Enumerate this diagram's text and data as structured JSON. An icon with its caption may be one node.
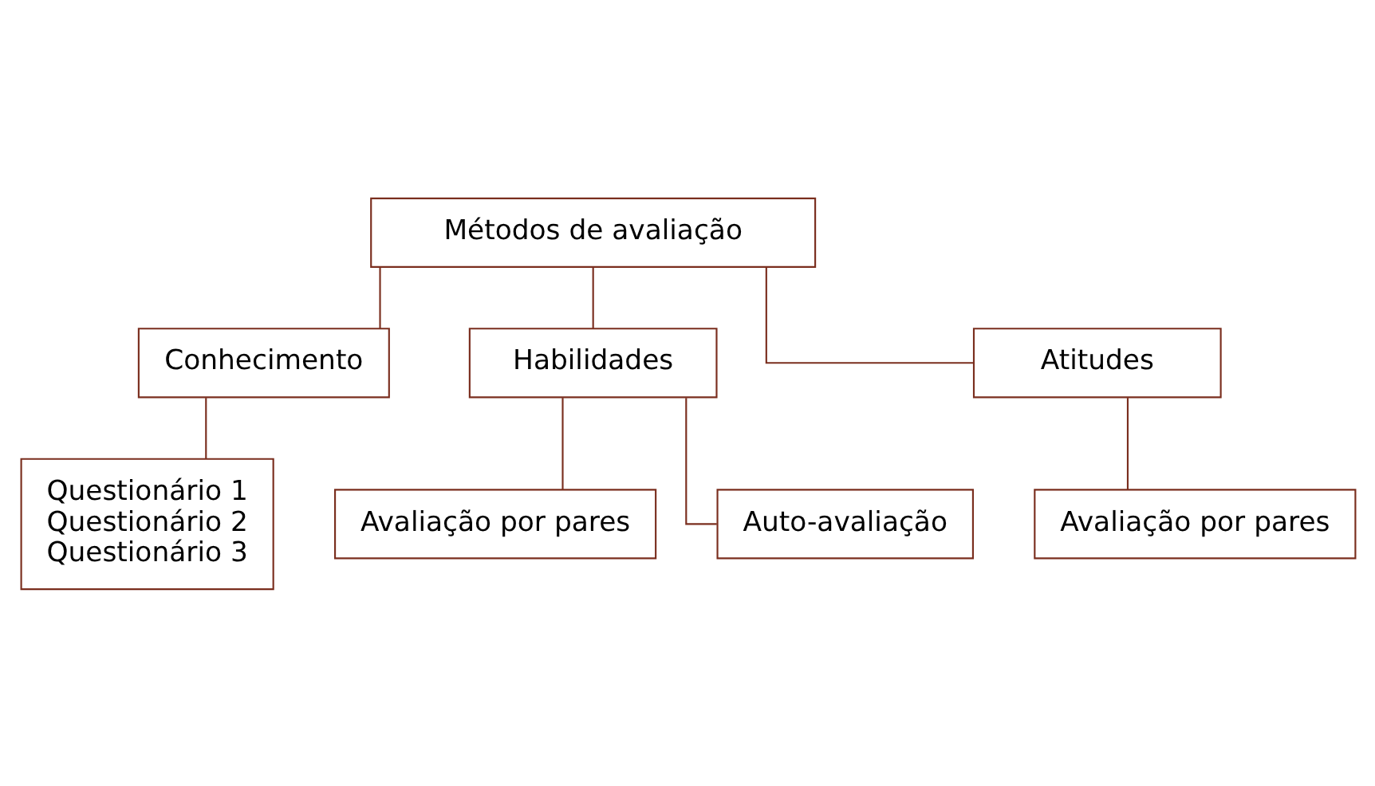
{
  "diagram": {
    "nodes": [
      {
        "text": [
          "Métodos de avaliação"
        ]
      },
      {
        "text": [
          "Conhecimento"
        ]
      },
      {
        "text": [
          "Habilidades"
        ]
      },
      {
        "text": [
          "Atitudes"
        ]
      },
      {
        "text": [
          "Questionário 1",
          "Questionário 2",
          "Questionário 3"
        ]
      },
      {
        "text": [
          "Avaliação por pares"
        ]
      },
      {
        "text": [
          "Auto-avaliação"
        ]
      },
      {
        "text": [
          "Avaliação por pares"
        ]
      }
    ],
    "edges": [
      {
        "from": 0,
        "to": 1,
        "arrow": "none"
      },
      {
        "from": 0,
        "to": 2,
        "arrow": "none"
      },
      {
        "from": 0,
        "to": 3,
        "arrow": "none"
      },
      {
        "from": 1,
        "to": 4,
        "arrow": "none"
      },
      {
        "from": 2,
        "to": 5,
        "arrow": "none"
      },
      {
        "from": 2,
        "to": 6,
        "arrow": "none"
      },
      {
        "from": 3,
        "to": 7,
        "arrow": "none"
      }
    ]
  }
}
